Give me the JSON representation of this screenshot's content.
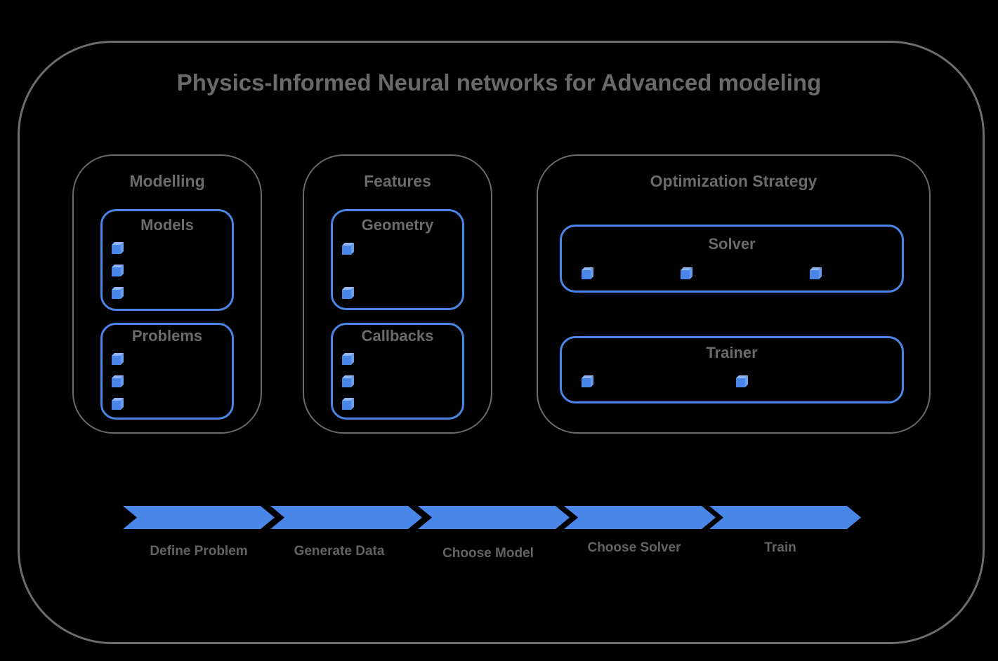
{
  "title": "Physics-Informed Neural networks for Advanced modeling",
  "colors": {
    "accent_blue": "#4a86e8",
    "cube_top_blue": "#8fb5f5",
    "cube_side_blue": "#699ceb",
    "outline_gray": "#6a6a6a",
    "text_gray": "#6b6b6b",
    "background": "#000000"
  },
  "groups": [
    {
      "label": "Modelling",
      "boxes": [
        {
          "label": "Models",
          "bullet_count": 3
        },
        {
          "label": "Problems",
          "bullet_count": 3
        }
      ]
    },
    {
      "label": "Features",
      "boxes": [
        {
          "label": "Geometry",
          "bullet_count": 2
        },
        {
          "label": "Callbacks",
          "bullet_count": 3
        }
      ]
    },
    {
      "label": "Optimization Strategy",
      "boxes": [
        {
          "label": "Solver",
          "bullet_count": 3
        },
        {
          "label": "Trainer",
          "bullet_count": 2
        }
      ]
    }
  ],
  "process_flow": {
    "steps": [
      {
        "label": "Define Problem"
      },
      {
        "label": "Generate Data"
      },
      {
        "label": "Choose Model"
      },
      {
        "label": "Choose Solver"
      },
      {
        "label": "Train"
      }
    ]
  }
}
